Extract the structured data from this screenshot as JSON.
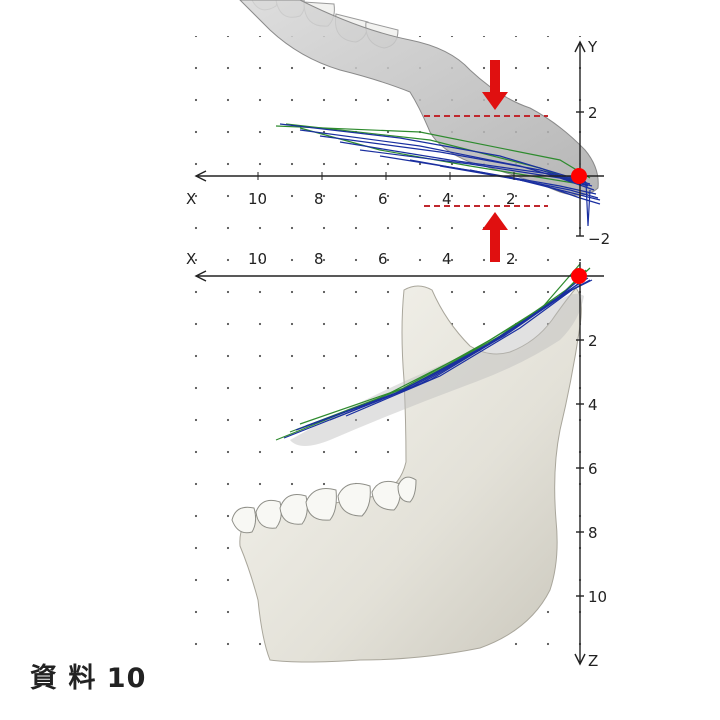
{
  "caption": "資 料 10",
  "upper_axes": {
    "x_letter": "X",
    "y_letter": "Y",
    "x_ticks": [
      "10",
      "8",
      "6",
      "4",
      "2"
    ],
    "y_ticks": [
      "2",
      "−2"
    ]
  },
  "lower_axes": {
    "x_letter": "X",
    "z_letter": "Z",
    "x_ticks": [
      "10",
      "8",
      "6",
      "4",
      "2"
    ],
    "z_ticks": [
      "2",
      "4",
      "6",
      "8",
      "10"
    ]
  },
  "colors": {
    "trace_blue": "#1a2fa0",
    "trace_green": "#2e8b2e",
    "arrow_red": "#e01010",
    "dashed_red": "#c0282e",
    "marker_red": "#ff0000",
    "bone": "#ecebe4",
    "bone_shadow": "#c9c7bd",
    "translucent_bone": "#bdbdbd"
  }
}
